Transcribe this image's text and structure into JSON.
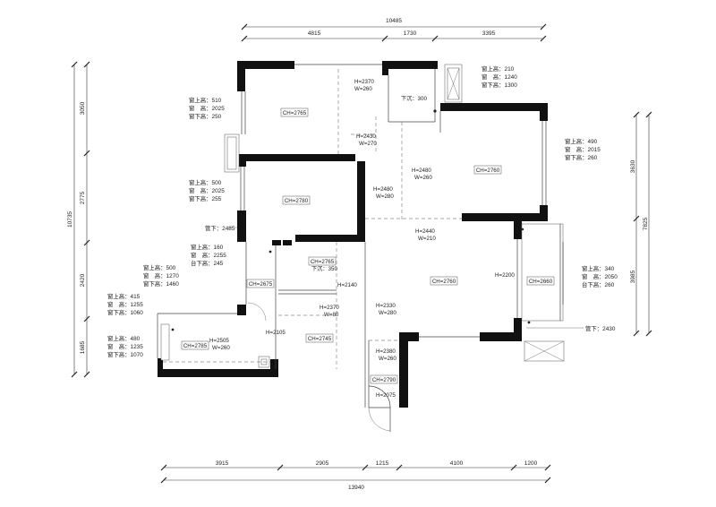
{
  "dimensions": {
    "top_total": "10485",
    "top_segments": [
      "4815",
      "1730",
      "3395"
    ],
    "bottom_segments": [
      "3915",
      "2905",
      "1215",
      "4100",
      "1200"
    ],
    "bottom_total": "13940",
    "left_total": "10735",
    "left_segments": [
      "3050",
      "2775",
      "2420",
      "1685"
    ],
    "right_segments": [
      "3630",
      "3985"
    ],
    "right_total": "7825"
  },
  "window_notes": [
    {
      "lines": [
        "窗上高：510",
        "窗　高：2025",
        "窗下高：250"
      ]
    },
    {
      "lines": [
        "窗上高：500",
        "窗　高：2025",
        "窗下高：255"
      ]
    },
    {
      "lines": [
        "窗上高：160",
        "窗　高：2255",
        "台下高：245"
      ]
    },
    {
      "lines": [
        "窗上高：500",
        "窗　高：1270",
        "窗下高：1460"
      ]
    },
    {
      "lines": [
        "窗上高：415",
        "窗　高：1255",
        "窗下高：1060"
      ]
    },
    {
      "lines": [
        "窗上高：480",
        "窗　高：1235",
        "窗下高：1070"
      ]
    },
    {
      "lines": [
        "窗上高：210",
        "窗　高：1240",
        "窗下高：1300"
      ]
    },
    {
      "lines": [
        "窗上高：490",
        "窗　高：2015",
        "窗下高：260"
      ]
    },
    {
      "lines": [
        "窗上高：340",
        "窗　高：2050",
        "台下高：260"
      ]
    }
  ],
  "pipes": [
    "管下：2485",
    "管下：2430"
  ],
  "ceiling_labels": [
    "CH=2765",
    "CH=2780",
    "CH=2760",
    "CH=2760",
    "CH=2660",
    "CH=2765",
    "CH=2675",
    "CH=2745",
    "CH=2785",
    "CH=2790"
  ],
  "openings": [
    {
      "h": "H=2370",
      "w": "W=260"
    },
    {
      "h": "H=2430",
      "w": "W=270"
    },
    {
      "h": "H=2480",
      "w": "W=260"
    },
    {
      "h": "H=2480",
      "w": "W=280"
    },
    {
      "h": "H=2440",
      "w": "W=210"
    },
    {
      "h": "H=2370",
      "w": "W=80"
    },
    {
      "h": "H=2330",
      "w": "W=280"
    },
    {
      "h": "H=2505",
      "w": "W=260"
    },
    {
      "h": "H=2380",
      "w": "W=260"
    }
  ],
  "single_heights": [
    "H=2140",
    "H=2200",
    "H=2105",
    "H=2075"
  ],
  "drops": [
    "下沉：300",
    "下沉：350"
  ]
}
